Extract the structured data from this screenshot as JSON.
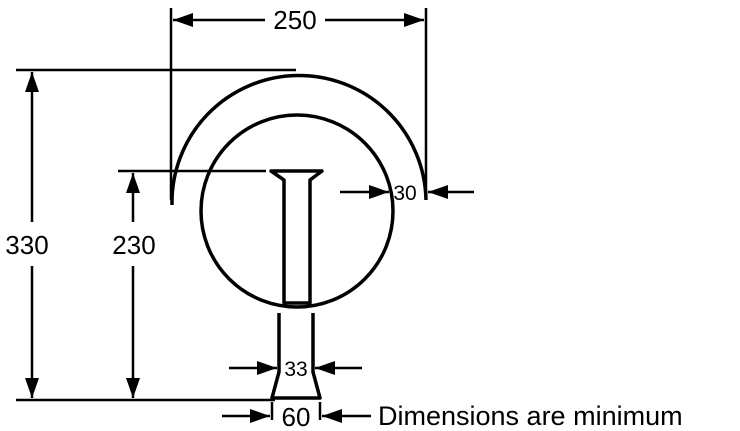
{
  "diagram": {
    "dimensions": {
      "overall_width": "250",
      "overall_height": "330",
      "stem_height": "230",
      "ring_thickness": "30",
      "stem_width": "33",
      "base_width": "60"
    },
    "note": "Dimensions are minimum",
    "colors": {
      "line": "#000000",
      "background": "#ffffff"
    }
  }
}
